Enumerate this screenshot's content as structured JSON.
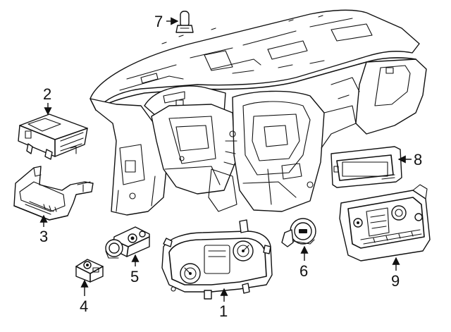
{
  "diagram": {
    "callouts": [
      {
        "id": "1",
        "label": "1",
        "part": "instrument-cluster"
      },
      {
        "id": "2",
        "label": "2",
        "part": "control-module"
      },
      {
        "id": "3",
        "label": "3",
        "part": "lower-bracket-module"
      },
      {
        "id": "4",
        "label": "4",
        "part": "small-switch"
      },
      {
        "id": "5",
        "label": "5",
        "part": "headlamp-switch"
      },
      {
        "id": "6",
        "label": "6",
        "part": "ignition-switch"
      },
      {
        "id": "7",
        "label": "7",
        "part": "sensor"
      },
      {
        "id": "8",
        "label": "8",
        "part": "display-screen"
      },
      {
        "id": "9",
        "label": "9",
        "part": "radio-control-panel"
      }
    ]
  }
}
